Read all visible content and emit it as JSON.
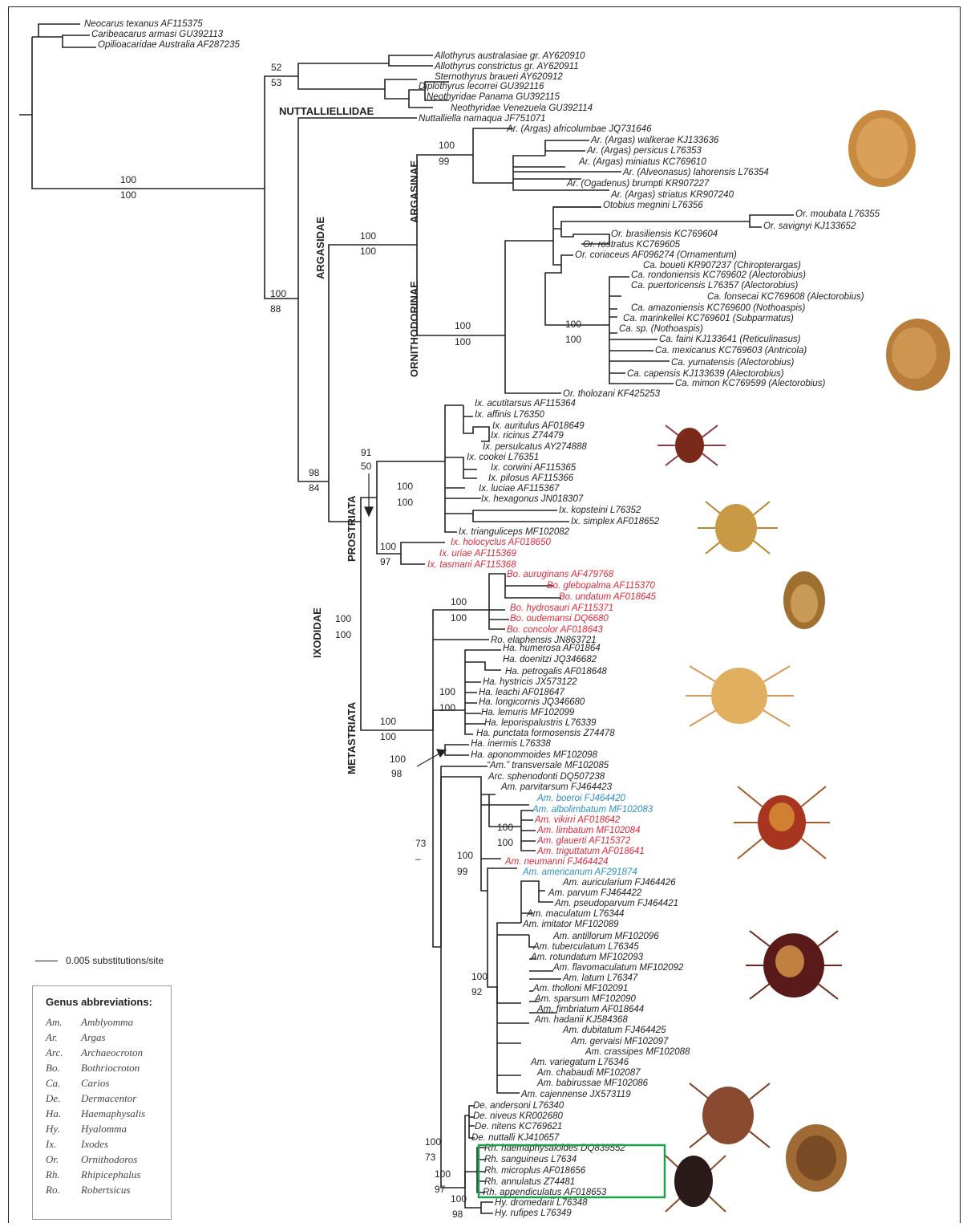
{
  "colors": {
    "line": "#222222",
    "text": "#222222",
    "red": "#e0283a",
    "blue": "#2d8fc4",
    "box": "#1ea048"
  },
  "families": {
    "nuttalliellidae": "NUTTALLIELLIDAE",
    "argasidae": "ARGASIDAE",
    "ixodidae": "IXODIDAE",
    "argasinae": "ARGASINAE",
    "ornithodorinae": "ORNITHODORINAE",
    "prostriata": "PROSTRIATA",
    "metastriata": "METASTRIATA"
  },
  "taxa": [
    "Neocarus texanus AF115375",
    "Caribeacarus armasi GU392113",
    "Opilioacaridae Australia AF287235",
    "Allothyrus australasiae gr. AY620910",
    "Allothyrus constrictus gr. AY620911",
    "Sternothyrus braueri AY620912",
    "Diplothyrus lecorrei GU392116",
    "Neothyridae Panama GU392115",
    "Neothyridae Venezuela GU392114",
    "Nuttalliella namaqua JF751071",
    "Ar. (Argas) africolumbae JQ731646",
    "Ar. (Argas) walkerae KJ133636",
    "Ar. (Argas) persicus L76353",
    "Ar. (Argas) miniatus KC769610",
    "Ar. (Alveonasus) lahorensis L76354",
    "Ar. (Ogadenus) brumpti KR907227",
    "Ar. (Argas) striatus KR907240",
    "Otobius megnini L76356",
    "Or. moubata L76355",
    "Or. savignyi KJ133652",
    "Or. brasiliensis KC769604",
    "Or. rostratus KC769605",
    "Or. coriaceus AF096274 (Ornamentum)",
    "Ca. boueti KR907237 (Chiropterargas)",
    "Ca. rondoniensis KC769602 (Alectorobius)",
    "Ca. puertoricensis L76357 (Alectorobius)",
    "Ca. fonsecai KC769608 (Alectorobius)",
    "Ca. amazoniensis KC769600 (Nothoaspis)",
    "Ca. marinkellei KC769601 (Subparmatus)",
    "Ca. sp. (Nothoaspis)",
    "Ca. faini KJ133641 (Reticulinasus)",
    "Ca. mexicanus KC769603 (Antricola)",
    "Ca. yumatensis (Alectorobius)",
    "Ca. capensis KJ133639 (Alectorobius)",
    "Ca. mimon KC769599 (Alectorobius)",
    "Or. tholozani KF425253",
    "Ix. acutitarsus AF115364",
    "Ix. affinis L76350",
    "Ix. auritulus AF018649",
    "Ix. ricinus Z74479",
    "Ix. persulcatus AY274888",
    "Ix. cookei L76351",
    "Ix. corwini AF115365",
    "Ix. pilosus AF115366",
    "Ix. luciae AF115367",
    "Ix. hexagonus JN018307",
    "Ix. kopsteini L76352",
    "Ix. simplex AF018652",
    "Ix. trianguliceps MF102082",
    "Ix. holocyclus AF018650",
    "Ix. uriae AF115369",
    "Ix. tasmani AF115368",
    "Bo. auruginans AF479768",
    "Bo. glebopalma AF115370",
    "Bo. undatum AF018645",
    "Bo. hydrosauri AF115371",
    "Bo. oudemansi DQ6680",
    "Bo. concolor AF018643",
    "Ro. elaphensis JN863721",
    "Ha. humerosa AF01864",
    "Ha. doenitzi JQ346682",
    "Ha. petrogalis AF018648",
    "Ha. hystricis JX573122",
    "Ha. leachi AF018647",
    "Ha. longicornis JQ346680",
    "Ha. lemuris MF102099",
    "Ha. leporispalustris L76339",
    "Ha. punctata formosensis Z74478",
    "Ha. inermis L76338",
    "Ha. aponommoides MF102098",
    "“Am.” transversale MF102085",
    "Arc. sphenodonti DQ507238",
    "Am. parvitarsum FJ464423",
    "Am. boeroi FJ464420",
    "Am. albolimbatum MF102083",
    "Am. vikirri AF018642",
    "Am. limbatum MF102084",
    "Am. glauerti AF115372",
    "Am. triguttatum AF018641",
    "Am. neumanni FJ464424",
    "Am. americanum AF291874",
    "Am. auricularium FJ464426",
    "Am. parvum FJ464422",
    "Am. pseudoparvum FJ464421",
    "Am. maculatum L76344",
    "Am. imitator MF102089",
    "Am. antillorum MF102096",
    "Am. tuberculatum L76345",
    "Am. rotundatum MF102093",
    "Am. flavomaculatum MF102092",
    "Am. latum L76347",
    "Am. tholloni MF102091",
    "Am. sparsum MF102090",
    "Am. fimbriatum AF018644",
    "Am. hadanii KJ584368",
    "Am. dubitatum FJ464425",
    "Am. gervaisi MF102097",
    "Am. crassipes MF102088",
    "Am. variegatum L76346",
    "Am. chabaudi MF102087",
    "Am. babirussae MF102086",
    "Am. cajennense JX573119",
    "De. andersoni L76340",
    "De. niveus KR002680",
    "De. nitens KC769621",
    "De. nuttalli KJ410657",
    "Rh. haemaphysaloides DQ839552",
    "Rh. sanguineus L7634",
    "Rh. microplus AF018656",
    "Rh. annulatus Z74481",
    "Rh. appendiculatus AF018653",
    "Hy. dromedarii L76348",
    "Hy. rufipes L76349"
  ],
  "supports": [
    "52",
    "53",
    "100",
    "100",
    "100",
    "88",
    "100",
    "99",
    "100",
    "100",
    "100",
    "100",
    "100",
    "100",
    "98",
    "84",
    "91",
    "50",
    "100",
    "100",
    "100",
    "97",
    "100",
    "100",
    "100",
    "100",
    "100",
    "100",
    "100",
    "100",
    "100",
    "98",
    "73",
    "–",
    "100",
    "99",
    "100",
    "100",
    "100",
    "92",
    "100",
    "73",
    "100",
    "97",
    "100",
    "98"
  ],
  "scale_label": "0.005 substitutions/site",
  "legend": {
    "title": "Genus abbreviations:",
    "items": [
      {
        "abbr": "Am.",
        "name": "Amblyomma"
      },
      {
        "abbr": "Ar.",
        "name": "Argas"
      },
      {
        "abbr": "Arc.",
        "name": "Archaeocroton"
      },
      {
        "abbr": "Bo.",
        "name": "Bothriocroton"
      },
      {
        "abbr": "Ca.",
        "name": "Carios"
      },
      {
        "abbr": "De.",
        "name": "Dermacentor"
      },
      {
        "abbr": "Ha.",
        "name": "Haemaphysalis"
      },
      {
        "abbr": "Hy.",
        "name": "Hyalomma"
      },
      {
        "abbr": "Ix.",
        "name": "Ixodes"
      },
      {
        "abbr": "Or.",
        "name": "Ornithodoros"
      },
      {
        "abbr": "Rh.",
        "name": "Rhipicephalus"
      },
      {
        "abbr": "Ro.",
        "name": "Robertsicus"
      }
    ]
  }
}
